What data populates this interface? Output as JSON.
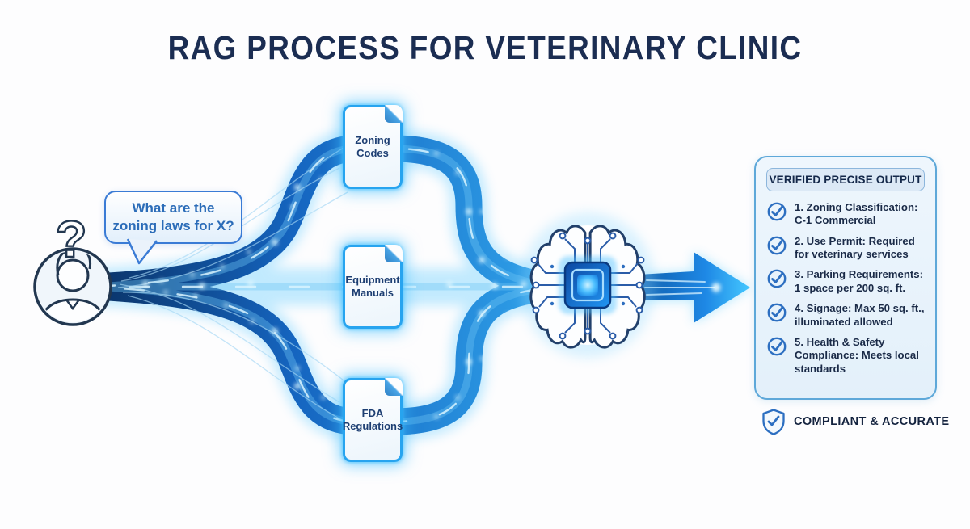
{
  "title": "RAG PROCESS FOR VETERINARY CLINIC",
  "user": {
    "question_mark": "?"
  },
  "speech_bubble": {
    "text": "What are the zoning laws for X?"
  },
  "documents": [
    {
      "label": "Zoning Codes"
    },
    {
      "label": "Equipment Manuals"
    },
    {
      "label": "FDA Regulations"
    }
  ],
  "output_panel": {
    "header": "VERIFIED PRECISE OUTPUT",
    "items": [
      {
        "text": "1. Zoning Classification: C-1 Commercial"
      },
      {
        "text": "2. Use Permit: Required for veterinary services"
      },
      {
        "text": "3. Parking Requirements: 1 space per 200 sq. ft."
      },
      {
        "text": "4. Signage: Max 50 sq. ft., illuminated allowed"
      },
      {
        "text": "5. Health & Safety Compliance: Meets local standards"
      }
    ]
  },
  "footer_badge": {
    "text": "COMPLIANT & ACCURATE"
  },
  "colors": {
    "navy_text": "#1b2d52",
    "blue_accent": "#2d6fc1",
    "pipe_dark": "#0a3368",
    "pipe_light": "#2e9fe8",
    "glow_cyan": "#4cc4ff",
    "panel_bg": "#eef6fd",
    "panel_border": "#5ea8d9",
    "doc_border": "#27a4ef"
  }
}
